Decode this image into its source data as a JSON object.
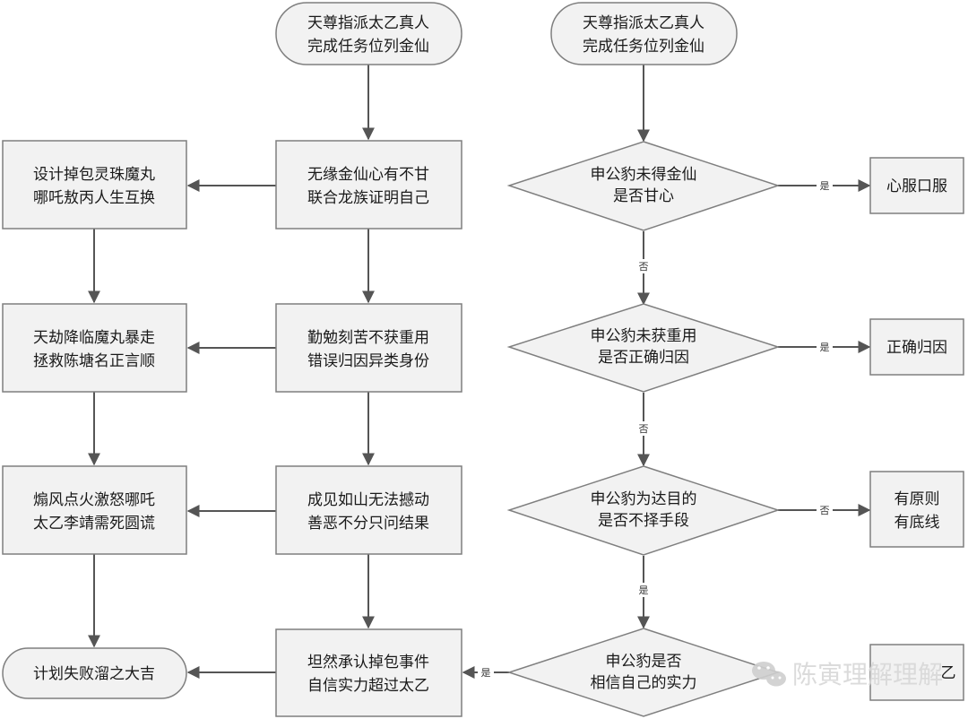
{
  "colors": {
    "box_fill": "#f2f2f2",
    "box_stroke": "#7f7f7f",
    "arrow": "#555555",
    "text": "#1a1a1a",
    "watermark": "#d8d8d8"
  },
  "nodes": {
    "start_left": [
      "天尊指派太乙真人",
      "完成任务位列金仙"
    ],
    "start_right": [
      "天尊指派太乙真人",
      "完成任务位列金仙"
    ],
    "m1": [
      "无缘金仙心有不甘",
      "联合龙族证明自己"
    ],
    "m2": [
      "勤勉刻苦不获重用",
      "错误归因异类身份"
    ],
    "m3": [
      "成见如山无法撼动",
      "善恶不分只问结果"
    ],
    "m4": [
      "坦然承认掉包事件",
      "自信实力超过太乙"
    ],
    "l1": [
      "设计掉包灵珠魔丸",
      "哪吒敖丙人生互换"
    ],
    "l2": [
      "天劫降临魔丸暴走",
      "拯救陈塘名正言顺"
    ],
    "l3": [
      "煽风点火激怒哪吒",
      "太乙李靖需死圆谎"
    ],
    "l4": [
      "计划失败溜之大吉"
    ],
    "d1": [
      "申公豹未得金仙",
      "是否甘心"
    ],
    "d2": [
      "申公豹未获重用",
      "是否正确归因"
    ],
    "d3": [
      "申公豹为达目的",
      "是否不择手段"
    ],
    "d4": [
      "申公豹是否",
      "相信自己的实力"
    ],
    "r1": [
      "心服口服"
    ],
    "r2": [
      "正确归因"
    ],
    "r3": [
      "有原则",
      "有底线"
    ],
    "r4": [
      "乙"
    ]
  },
  "edge_labels": {
    "d1_right": "是",
    "d1_down": "否",
    "d2_right": "是",
    "d2_down": "否",
    "d3_right": "否",
    "d3_down": "是",
    "d4_left": "是"
  },
  "watermark": {
    "icon": "wechat-icon",
    "text": "陈寅理解理解"
  }
}
